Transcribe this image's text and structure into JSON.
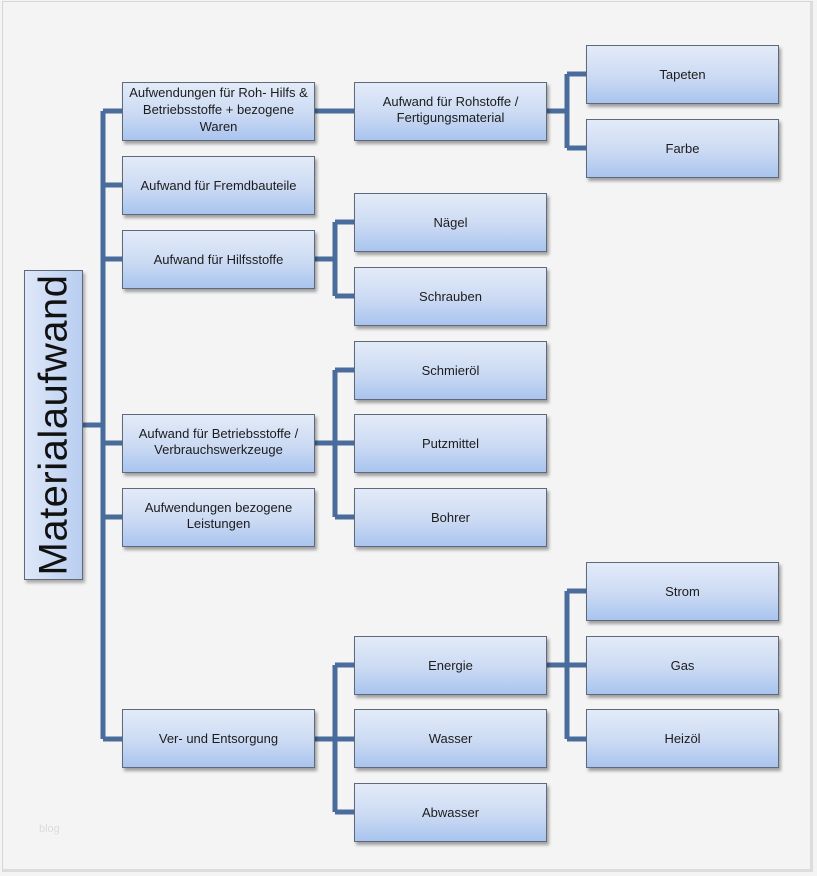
{
  "diagram": {
    "root": {
      "label": "Materialaufwand"
    },
    "level1": [
      {
        "label": "Aufwendungen für Roh- Hilfs & Betriebsstoffe + bezogene Waren"
      },
      {
        "label": "Aufwand für Fremdbauteile"
      },
      {
        "label": "Aufwand für Hilfsstoffe"
      },
      {
        "label": "Aufwand für Betriebsstoffe / Verbrauchswerkzeuge"
      },
      {
        "label": "Aufwendungen bezogene Leistungen"
      },
      {
        "label": "Ver- und Entsorgung"
      }
    ],
    "level2": {
      "rohstoffe": {
        "label": "Aufwand für Rohstoffe / Fertigungsmaterial"
      },
      "hilfsstoffe": [
        {
          "label": "Nägel"
        },
        {
          "label": "Schrauben"
        }
      ],
      "betriebsstoffe": [
        {
          "label": "Schmieröl"
        },
        {
          "label": "Putzmittel"
        },
        {
          "label": "Bohrer"
        }
      ],
      "versorgung": [
        {
          "label": "Energie"
        },
        {
          "label": "Wasser"
        },
        {
          "label": "Abwasser"
        }
      ]
    },
    "level3": {
      "rohstoffe": [
        {
          "label": "Tapeten"
        },
        {
          "label": "Farbe"
        }
      ],
      "energie": [
        {
          "label": "Strom"
        },
        {
          "label": "Gas"
        },
        {
          "label": "Heizöl"
        }
      ]
    },
    "colors": {
      "connector": "#4a6c9c",
      "node_top": "#e3ebf8",
      "node_bottom": "#a9c4ef",
      "background": "#f4f4f4"
    }
  },
  "watermark": "blog"
}
